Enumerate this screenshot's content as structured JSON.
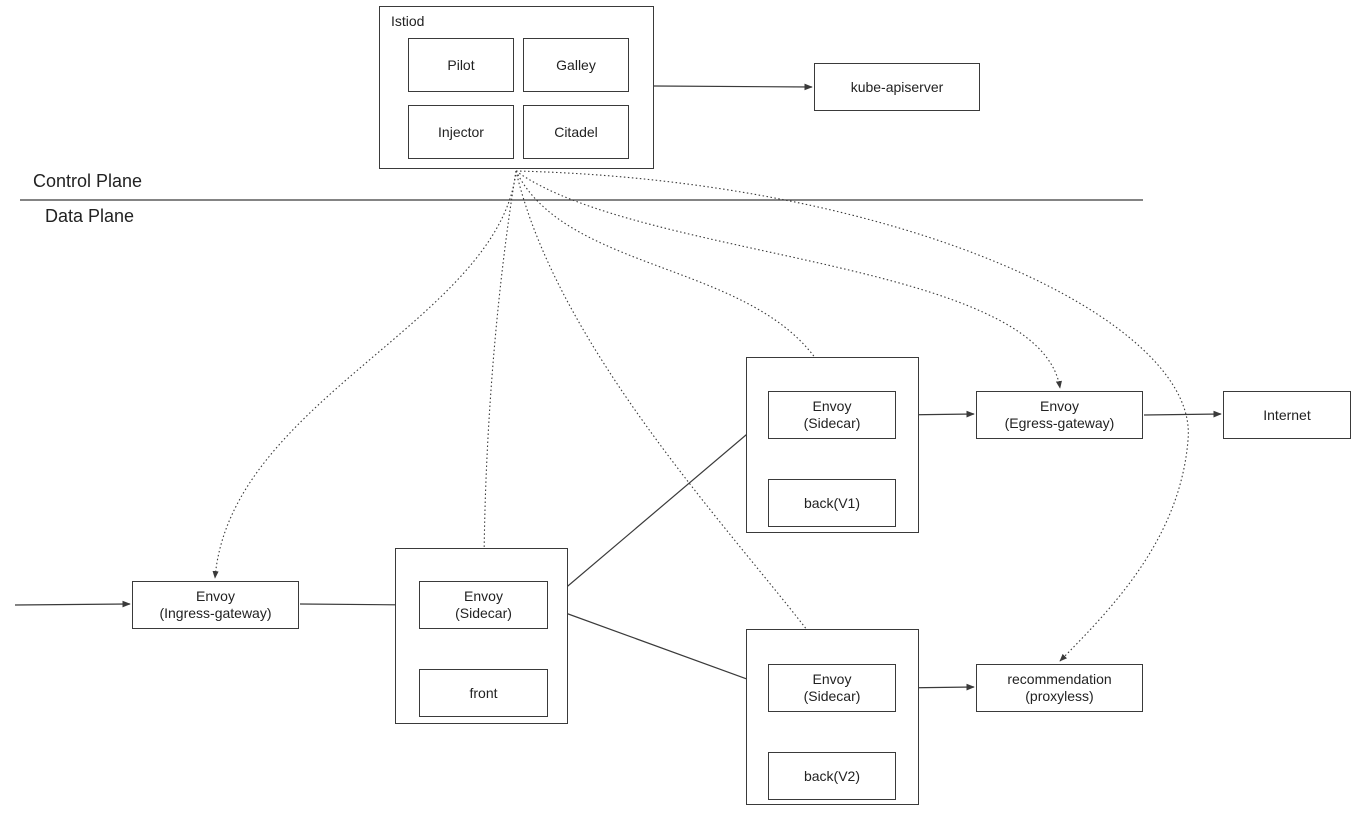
{
  "istiod": {
    "title": "Istiod",
    "components": [
      "Pilot",
      "Galley",
      "Injector",
      "Citadel"
    ]
  },
  "kube_apiserver": "kube-apiserver",
  "planes": {
    "control": "Control Plane",
    "data": "Data Plane"
  },
  "ingress": {
    "line1": "Envoy",
    "line2": "(Ingress-gateway)"
  },
  "front_pod": {
    "sidecar": {
      "line1": "Envoy",
      "line2": "(Sidecar)"
    },
    "app": "front"
  },
  "back_v1_pod": {
    "sidecar": {
      "line1": "Envoy",
      "line2": "(Sidecar)"
    },
    "app": "back(V1)"
  },
  "back_v2_pod": {
    "sidecar": {
      "line1": "Envoy",
      "line2": "(Sidecar)"
    },
    "app": "back(V2)"
  },
  "egress": {
    "line1": "Envoy",
    "line2": "(Egress-gateway)"
  },
  "internet": "Internet",
  "recommendation": {
    "line1": "recommendation",
    "line2": "(proxyless)"
  },
  "colors": {
    "stroke": "#3a3a3a",
    "text": "#222222",
    "background": "#ffffff"
  }
}
